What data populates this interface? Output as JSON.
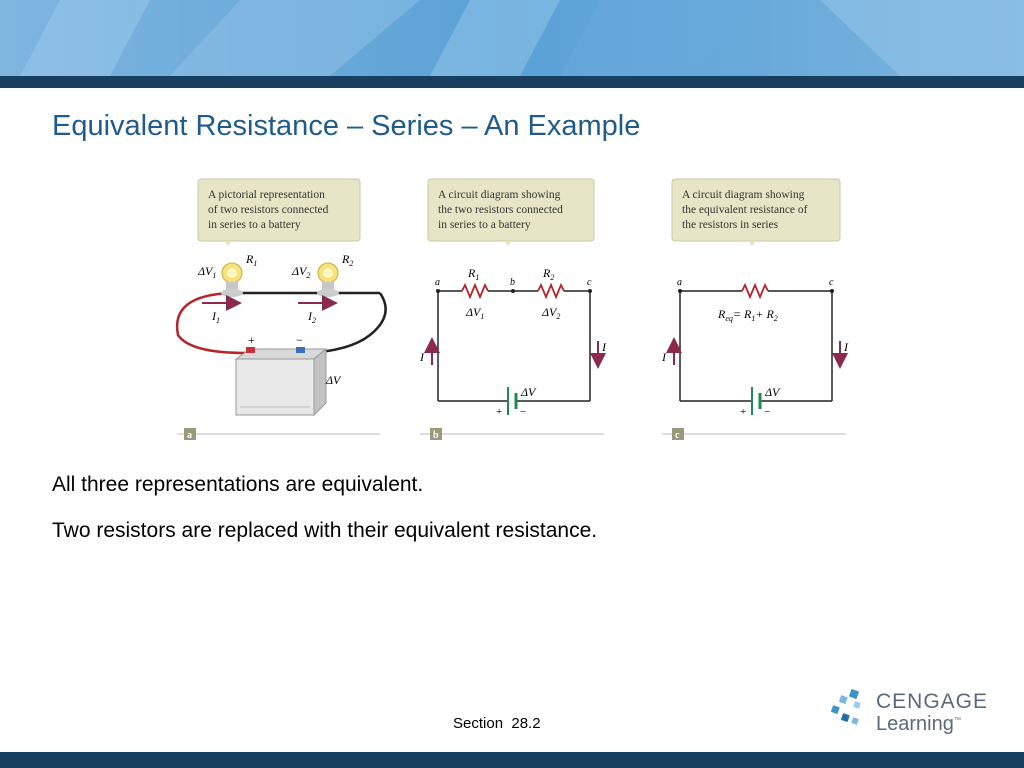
{
  "slide": {
    "title": "Equivalent Resistance – Series – An Example",
    "body_lines": [
      "All three representations are equivalent.",
      "Two resistors are replaced with their equivalent resistance."
    ],
    "footer": "Section  28.2"
  },
  "logo": {
    "word1": "CENGAGE",
    "word2": "Learning",
    "tm": "™"
  },
  "figure": {
    "panels": [
      {
        "tag": "a",
        "callout": [
          "A pictorial representation",
          "of two resistors connected",
          "in series to a battery"
        ],
        "labels": {
          "dv1": "ΔV",
          "dv1_sub": "1",
          "r1": "R",
          "r1_sub": "1",
          "dv2": "ΔV",
          "dv2_sub": "2",
          "r2": "R",
          "r2_sub": "2",
          "i1": "I",
          "i1_sub": "1",
          "i2": "I",
          "i2_sub": "2",
          "plus": "+",
          "minus": "−",
          "dv": "ΔV"
        }
      },
      {
        "tag": "b",
        "callout": [
          "A circuit diagram showing",
          "the two resistors connected",
          "in series to a battery"
        ],
        "labels": {
          "a": "a",
          "b": "b",
          "c": "c",
          "r1": "R",
          "r1_sub": "1",
          "r2": "R",
          "r2_sub": "2",
          "dv1": "ΔV",
          "dv1_sub": "1",
          "dv2": "ΔV",
          "dv2_sub": "2",
          "i_left": "I",
          "i_right": "I",
          "dv": "ΔV",
          "plus": "+",
          "minus": "−"
        }
      },
      {
        "tag": "c",
        "callout": [
          "A circuit diagram showing",
          "the equivalent resistance of",
          "the resistors in series"
        ],
        "labels": {
          "a": "a",
          "c": "c",
          "req": "R",
          "req_sub": "eq",
          "eq_rhs": "= R",
          "r1_sub": "1",
          "plus_r": "+ R",
          "r2_sub": "2",
          "i_left": "I",
          "i_right": "I",
          "dv": "ΔV",
          "plus": "+",
          "minus": "−"
        }
      }
    ]
  },
  "colors": {
    "title": "#1f5c8b",
    "banner": "#5fa3d6",
    "rule": "#173f5f",
    "callout_bg": "#e6e6c6",
    "resistor": "#b3262a",
    "current_arrow": "#8a2b4e",
    "battery_plate": "#1e8a55"
  }
}
